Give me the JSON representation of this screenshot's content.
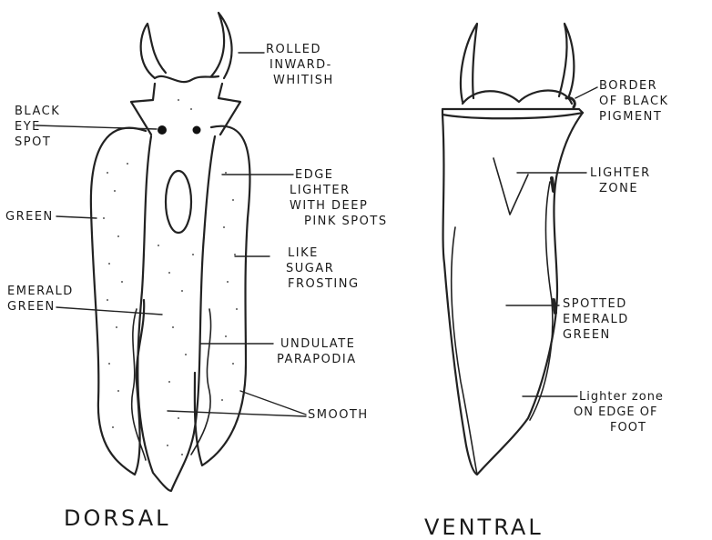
{
  "dorsal": {
    "title": "DORSAL",
    "labels": {
      "rolled": [
        "ROLLED",
        "INWARD-",
        "WHITISH"
      ],
      "eye_spot": [
        "BLACK",
        "EYE",
        "SPOT"
      ],
      "edge_lighter": [
        "EDGE",
        "LIGHTER",
        "WITH DEEP",
        "PINK SPOTS"
      ],
      "green": [
        "GREEN"
      ],
      "sugar": [
        "LIKE",
        "SUGAR",
        "FROSTING"
      ],
      "emerald": [
        "EMERALD",
        "GREEN"
      ],
      "undulate": [
        "UNDULATE",
        "PARAPODIA"
      ],
      "smooth": [
        "SMOOTH"
      ]
    }
  },
  "ventral": {
    "title": "VENTRAL",
    "labels": {
      "border": [
        "BORDER",
        "OF BLACK",
        "PIGMENT"
      ],
      "lighter_zone": [
        "LIGHTER",
        "ZONE"
      ],
      "spotted": [
        "SPOTTED",
        "EMERALD",
        "GREEN"
      ],
      "foot_edge": [
        "Lighter zone",
        "ON EDGE OF",
        "FOOT"
      ]
    }
  }
}
